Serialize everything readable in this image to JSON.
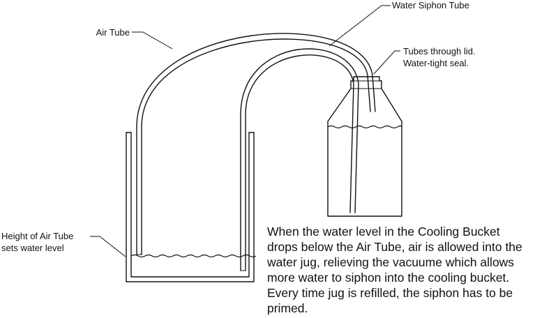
{
  "labels": {
    "air_tube": "Air Tube",
    "water_siphon_tube": "Water Siphon Tube",
    "tubes_through_lid_line1": "Tubes through lid.",
    "tubes_through_lid_line2": "Water-tight seal.",
    "height_line1": "Height of Air Tube",
    "height_line2": "sets water level"
  },
  "description": [
    "When the water level in the Cooling Bucket",
    "drops below the Air Tube, air is allowed into the",
    "water jug, relieving the vacuume which allows",
    "more water to siphon into the cooling bucket.",
    "Every time jug is refilled, the siphon has to be",
    "primed."
  ],
  "colors": {
    "ink": "#111111",
    "background": "#ffffff"
  }
}
